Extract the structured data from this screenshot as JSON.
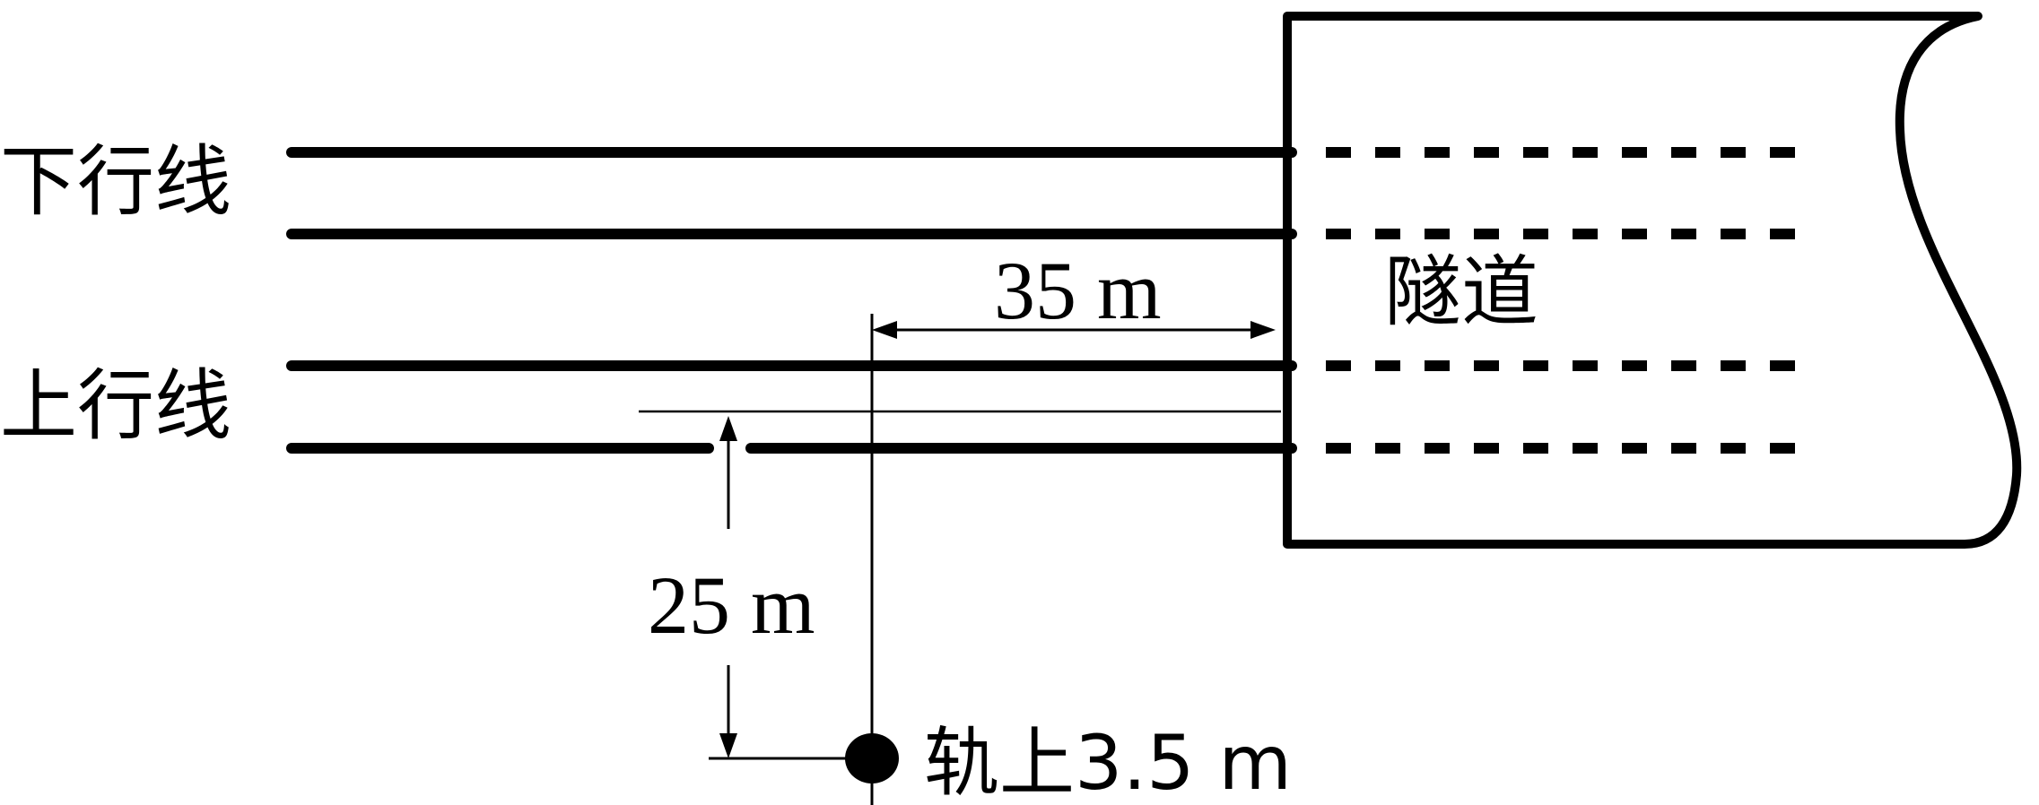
{
  "labels": {
    "downline": "下行线",
    "upline": "上行线",
    "tunnel": "隧道",
    "dim_horizontal": "35 m",
    "dim_vertical": "25 m",
    "point": "轨上3.5 m"
  },
  "colors": {
    "ink": "#000000",
    "background": "#ffffff"
  }
}
